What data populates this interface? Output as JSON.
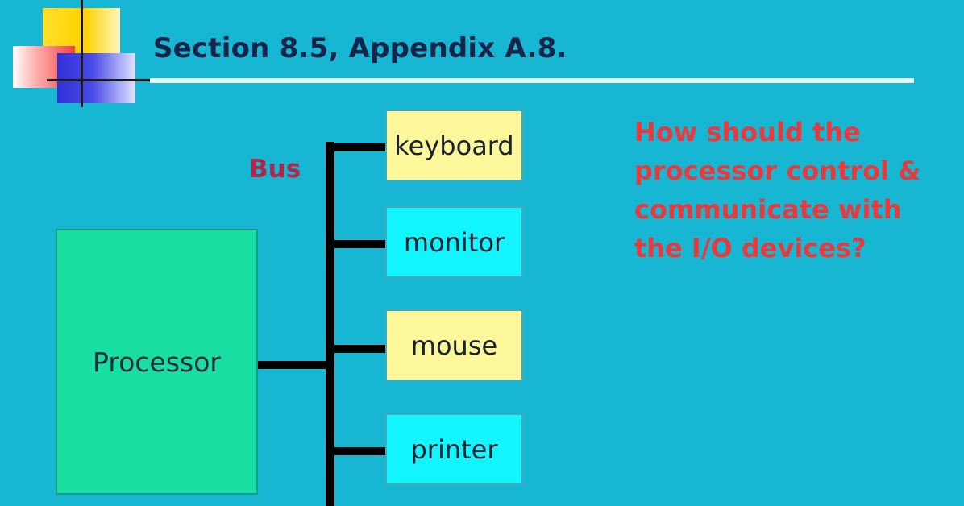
{
  "slide": {
    "heading": "Section 8.5, Appendix A.8.",
    "bus_label": "Bus",
    "processor_label": "Processor",
    "devices": [
      {
        "label": "keyboard",
        "color": "#fcf79a"
      },
      {
        "label": "monitor",
        "color": "#12f5ff"
      },
      {
        "label": "mouse",
        "color": "#fcf79a"
      },
      {
        "label": "printer",
        "color": "#12f5ff"
      }
    ],
    "question_lines": [
      "How should the",
      "processor control &",
      "communicate with",
      "the I/O devices?"
    ]
  },
  "colors": {
    "background": "#17b6d3",
    "heading_text": "#16244a",
    "bus_label": "#b0264a",
    "question_text": "#e83a3c",
    "processor_fill": "#18dea1"
  }
}
